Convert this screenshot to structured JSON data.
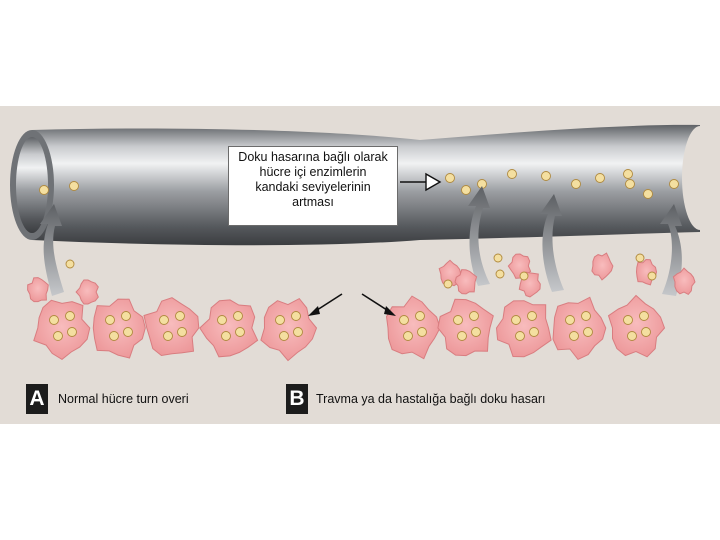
{
  "callout": {
    "lines": [
      "Doku hasarına bağlı olarak",
      "hücre içi enzimlerin",
      "kandaki seviyelerinin",
      "artması"
    ]
  },
  "panel_a": {
    "letter": "A",
    "label": "Normal hücre turn overi"
  },
  "panel_b": {
    "letter": "B",
    "label": "Travma ya da hastalığa bağlı doku hasarı"
  },
  "colors": {
    "background": "#e2dcd6",
    "vessel": "#8f9296",
    "cell": "#f3a7a9",
    "enzyme": "#f4dfa0",
    "arrow": "#7d7f83"
  }
}
